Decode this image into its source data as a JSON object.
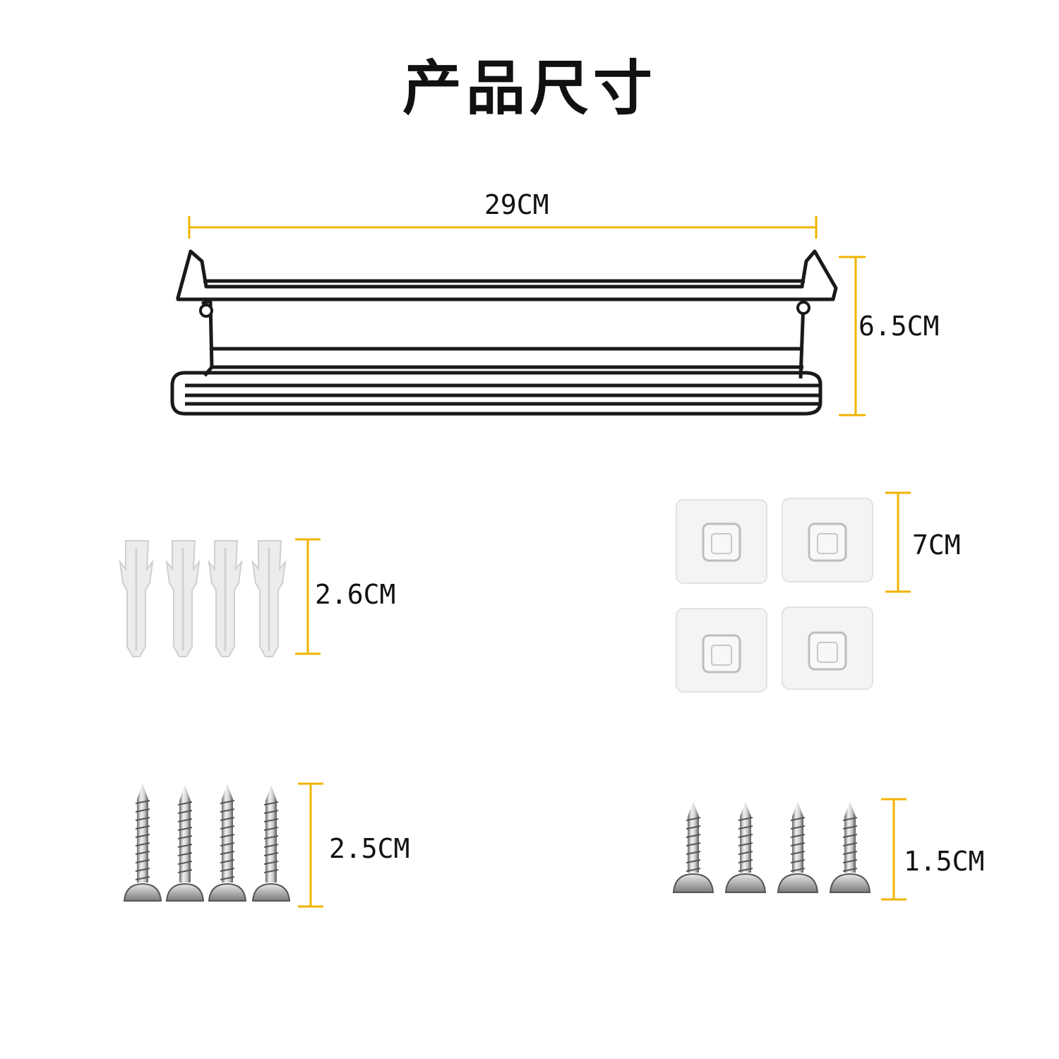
{
  "title": "产品尺寸",
  "accent_color": "#f0b400",
  "dimensions": {
    "rack_width": "29CM",
    "rack_height": "6.5CM",
    "anchor_length": "2.6CM",
    "hook_size": "7CM",
    "long_screw_length": "2.5CM",
    "short_screw_length": "1.5CM"
  }
}
